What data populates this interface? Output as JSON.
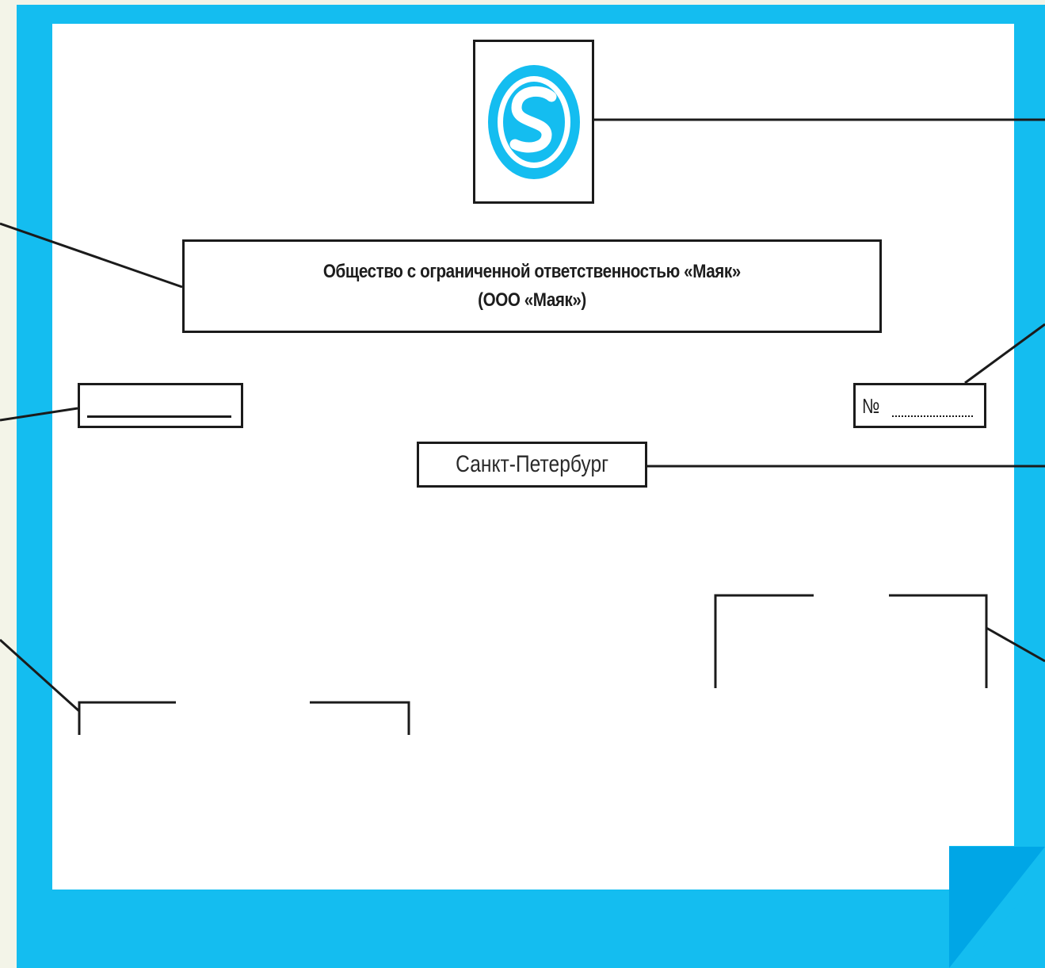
{
  "letterhead": {
    "org_full_name": "Общество с ограниченной ответственностью «Маяк»",
    "org_short_name": "(ООО «Маяк»)",
    "number_label": "№",
    "city": "Санкт-Петербург"
  },
  "colors": {
    "frame": "#14bdf0",
    "fold": "#00a6e6",
    "logo": "#14bdf0",
    "lines": "#1b1b1b"
  },
  "icons": {
    "logo": "s-circle-logo-icon"
  }
}
